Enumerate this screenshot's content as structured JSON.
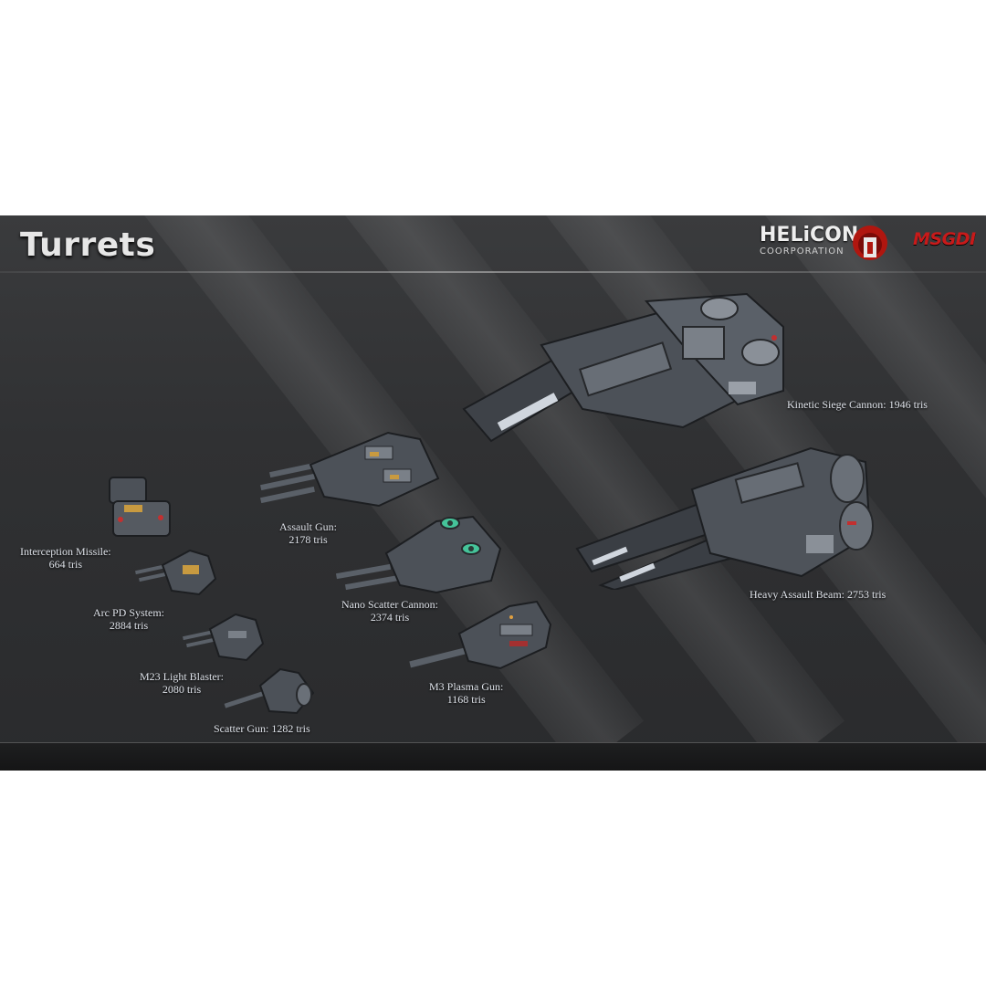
{
  "header": {
    "title": "Turrets",
    "brand_name": "HELiCON",
    "brand_sub": "COORPORATION",
    "publisher": "MSGDI"
  },
  "colors": {
    "brand_red": "#c81a1a",
    "label_text": "#dfe3ea",
    "background": "#333436"
  },
  "turrets": [
    {
      "name": "Kinetic Siege Cannon: 1946 tris"
    },
    {
      "name": "Heavy Assault Beam: 2753 tris"
    },
    {
      "name": "Assault Gun:",
      "tris": "2178 tris"
    },
    {
      "name": "Nano Scatter Cannon:",
      "tris": "2374 tris"
    },
    {
      "name": "M3 Plasma Gun:",
      "tris": "1168 tris"
    },
    {
      "name": "Interception Missile:",
      "tris": "664 tris"
    },
    {
      "name": "Arc PD System:",
      "tris": "2884 tris"
    },
    {
      "name": "M23 Light Blaster:",
      "tris": "2080 tris"
    },
    {
      "name": "Scatter Gun: 1282 tris"
    }
  ]
}
